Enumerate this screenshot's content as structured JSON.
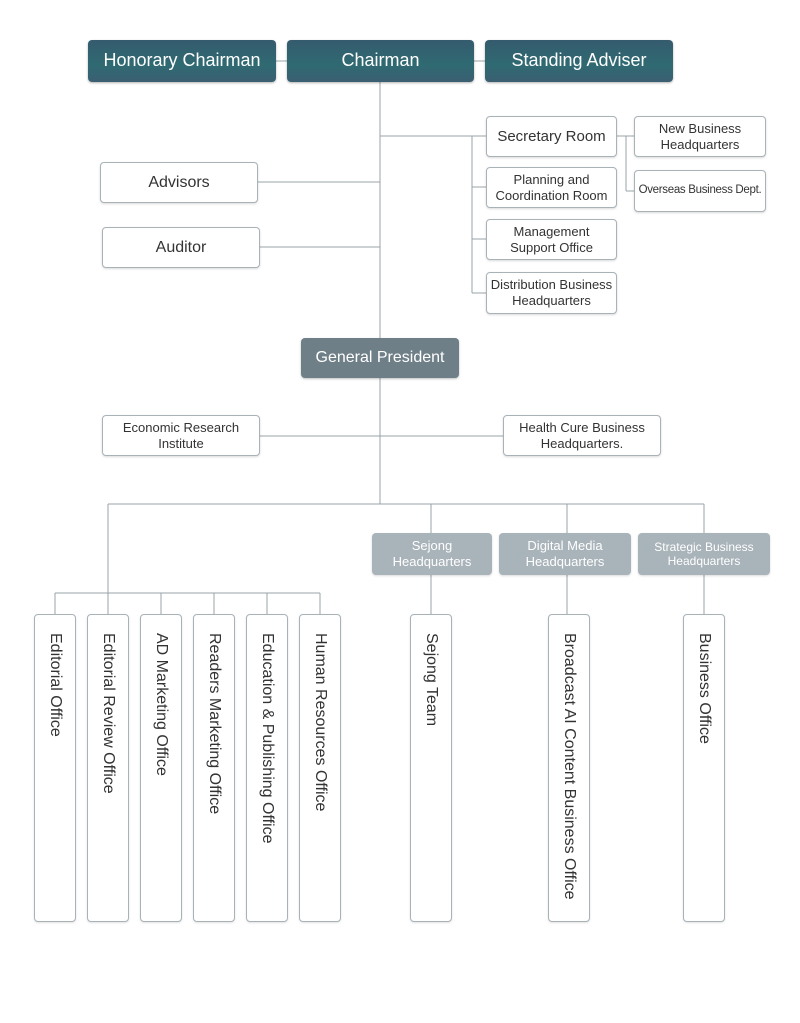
{
  "top_row": {
    "honorary_chairman": "Honorary Chairman",
    "chairman": "Chairman",
    "standing_adviser": "Standing Adviser"
  },
  "side": {
    "advisors": "Advisors",
    "auditor": "Auditor"
  },
  "secretariat": {
    "secretary_room": "Secretary Room",
    "new_business_hq": "New Business\nHeadquarters",
    "overseas_business": "Overseas Business Dept.",
    "planning_coordination": "Planning and\nCoordination Room",
    "management_support": "Management\nSupport Office",
    "distribution_business_hq": "Distribution Business\nHeadquarters"
  },
  "general_president": "General President",
  "mid": {
    "economic_research": "Economic Research\nInstitute",
    "health_cure_hq": "Health Cure Business\nHeadquarters."
  },
  "headquarters": {
    "sejong": "Sejong\nHeadquarters",
    "digital_media": "Digital Media\nHeadquarters",
    "strategic_business": "Strategic Business\nHeadquarters"
  },
  "offices": {
    "editorial": "Editorial Office",
    "editorial_review": "Editorial Review Office",
    "ad_marketing": "AD Marketing Office",
    "readers_marketing": "Readers Marketing Office",
    "education_publishing": "Education & Publishing Office",
    "human_resources": "Human Resources Office",
    "sejong_team": "Sejong Team",
    "broadcast_ai": "Broadcast  AI Content Business Office",
    "business_office": "Business Office"
  },
  "colors": {
    "top_box": "#2f6a72",
    "general_president": "#6f7f88",
    "headquarters_box": "#a9b3ba",
    "connector": "#9aa3a8",
    "border": "#a9b2b7"
  }
}
